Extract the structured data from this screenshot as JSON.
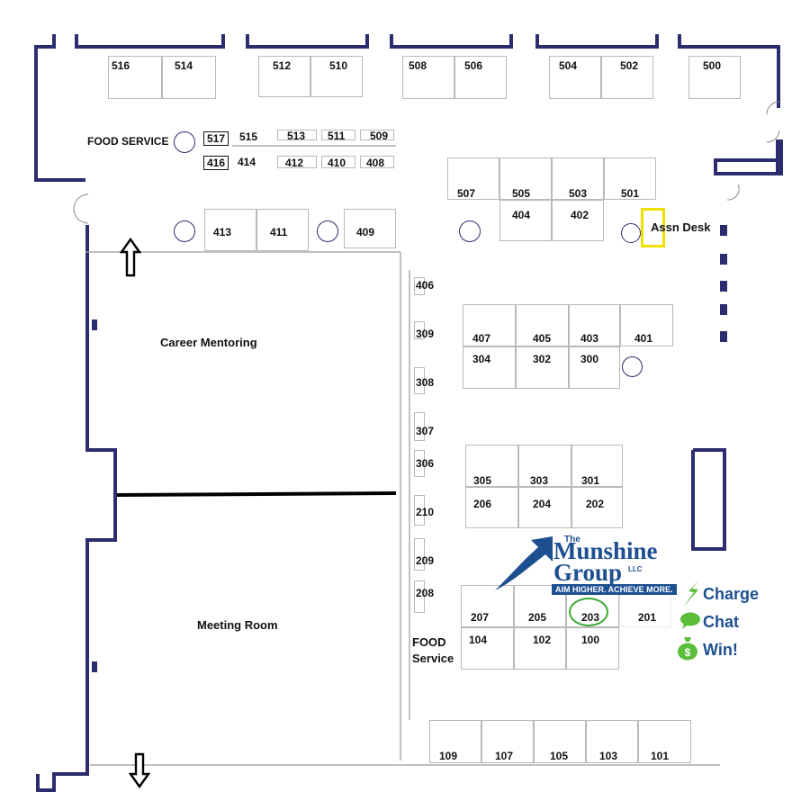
{
  "booths": [
    "516",
    "514",
    "512",
    "510",
    "508",
    "506",
    "504",
    "502",
    "500",
    "517",
    "515",
    "513",
    "511",
    "509",
    "416",
    "414",
    "412",
    "410",
    "408",
    "507",
    "505",
    "503",
    "501",
    "404",
    "402",
    "413",
    "411",
    "409",
    "406",
    "309",
    "308",
    "307",
    "306",
    "210",
    "209",
    "208",
    "407",
    "405",
    "403",
    "401",
    "304",
    "302",
    "300",
    "305",
    "303",
    "301",
    "206",
    "204",
    "202",
    "207",
    "205",
    "203",
    "201",
    "104",
    "102",
    "100",
    "109",
    "107",
    "105",
    "103",
    "101"
  ],
  "areas": {
    "food_service_top": "FOOD SERVICE",
    "career_mentoring": "Career Mentoring",
    "meeting_room": "Meeting Room",
    "food_service_bottom_1": "FOOD",
    "food_service_bottom_2": "Service",
    "assn_desk": "Assn Desk"
  },
  "highlights": {
    "assn_desk_color": "#f0e000",
    "booth_203_color": "#3aaa35"
  },
  "sponsor": {
    "the": "The",
    "name_1": "Munshine",
    "name_2": "Group",
    "llc": "LLC",
    "tagline": "AIM HIGHER. ACHIEVE MORE.",
    "brand_color": "#1d4f91"
  },
  "promo": {
    "charge": "Charge",
    "chat": "Chat",
    "win": "Win!"
  },
  "icons": {
    "charge": "lightning-bolt-icon",
    "chat": "speech-bubble-icon",
    "win": "money-bag-icon",
    "dollar": "$",
    "entrance": "up-arrow-icon",
    "exit": "down-arrow-icon"
  }
}
